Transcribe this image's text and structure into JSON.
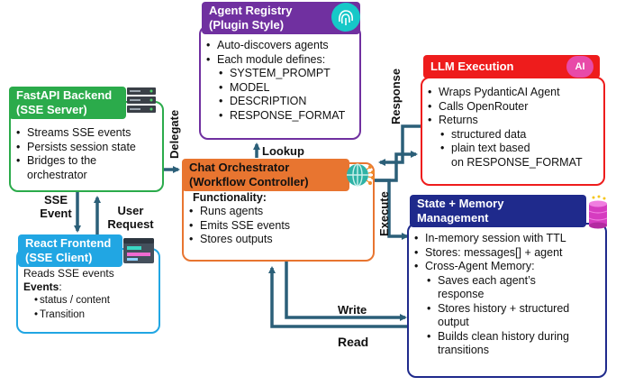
{
  "registry": {
    "title_line1": "Agent Registry",
    "title_line2": "(Plugin Style)",
    "items": [
      "Auto-discovers agents",
      "Each module defines:"
    ],
    "sub_items": [
      "SYSTEM_PROMPT",
      "MODEL",
      "DESCRIPTION",
      "RESPONSE_FORMAT"
    ],
    "color": "#7030a0"
  },
  "fastapi": {
    "title_line1": "FastAPI Backend",
    "title_line2": "(SSE Server)",
    "items": [
      "Streams SSE events",
      "Persists session state",
      "Bridges to the"
    ],
    "continuation": "orchestrator",
    "color": "#2bab4b"
  },
  "llm": {
    "title": "LLM Execution",
    "items": [
      "Wraps PydanticAI Agent",
      "Calls OpenRouter",
      "Returns"
    ],
    "sub_items": [
      "structured data",
      "plain text based"
    ],
    "continuation": "on RESPONSE_FORMAT",
    "color": "#ee1c1c"
  },
  "orchestrator": {
    "title_line1": "Chat Orchestrator",
    "title_line2": "(Workflow Controller)",
    "heading": "Functionality:",
    "items": [
      "Runs agents",
      "Emits SSE events",
      "Stores outputs"
    ],
    "color": "#e87530"
  },
  "react": {
    "title_line1": "React Frontend",
    "title_line2": "(SSE Client)",
    "line1": "Reads SSE events",
    "events_label": "Events",
    "events_colon": ":",
    "sub_items": [
      "status / content",
      "Transition"
    ],
    "color": "#21a6e3"
  },
  "state": {
    "title_line1": "State + Memory",
    "title_line2": "Management",
    "items": [
      "In-memory session with TTL",
      "Stores: messages[] + agent",
      "Cross-Agent Memory:"
    ],
    "sub_items": [
      {
        "line1": "Saves each agent’s",
        "line2": "response"
      },
      {
        "line1": "Stores history + structured",
        "line2": "output"
      },
      {
        "line1": "Builds clean history during",
        "line2": "transitions"
      }
    ],
    "color": "#1f2a8c"
  },
  "labels": {
    "delegate": "Delegate",
    "lookup": "Lookup",
    "response": "Response",
    "execute": "Execute",
    "sse_event_1": "SSE",
    "sse_event_2": "Event",
    "user_request_1": "User",
    "user_request_2": "Request",
    "write": "Write",
    "read": "Read"
  },
  "icons": {
    "registry": "fingerprint-icon",
    "fastapi": "server-rack-icon",
    "llm": "ai-badge-icon",
    "orchestrator": "globe-network-icon",
    "react": "browser-window-icon",
    "state": "database-icon"
  },
  "arrow_color": "#2b5f78"
}
